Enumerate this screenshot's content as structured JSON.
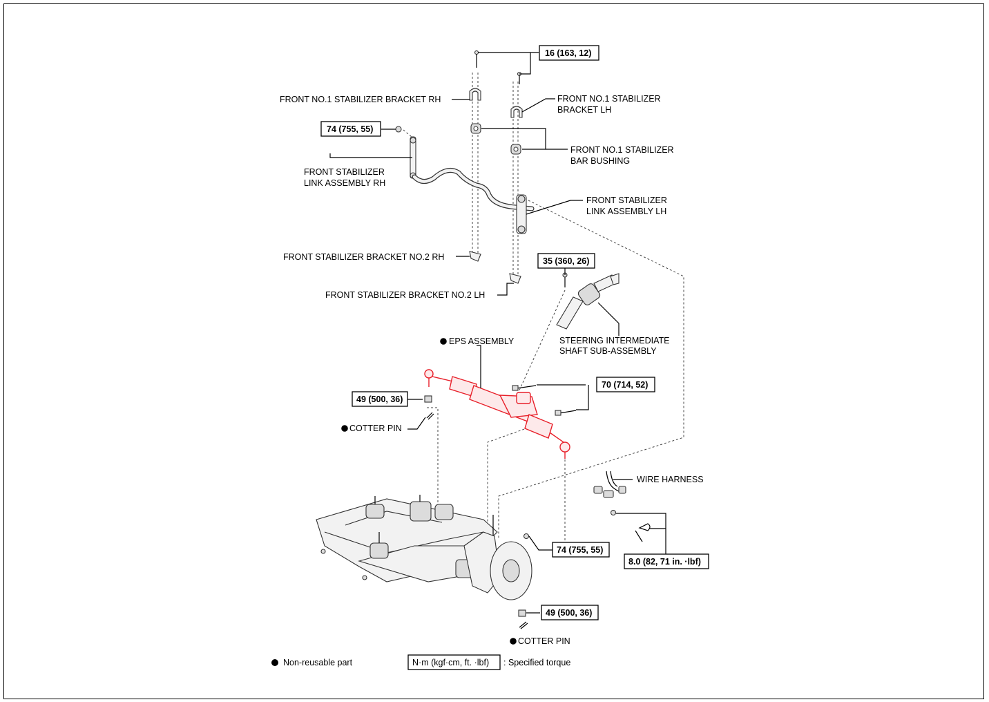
{
  "labels": {
    "bracket_no1_rh": "FRONT NO.1 STABILIZER BRACKET RH",
    "bracket_no1_lh_1": "FRONT NO.1 STABILIZER",
    "bracket_no1_lh_2": "BRACKET LH",
    "bushing_1": "FRONT NO.1 STABILIZER",
    "bushing_2": "BAR BUSHING",
    "link_rh_1": "FRONT STABILIZER",
    "link_rh_2": "LINK ASSEMBLY RH",
    "link_lh_1": "FRONT STABILIZER",
    "link_lh_2": "LINK ASSEMBLY LH",
    "bracket_no2_rh": "FRONT STABILIZER BRACKET NO.2 RH",
    "bracket_no2_lh": "FRONT STABILIZER BRACKET NO.2 LH",
    "eps_assembly": "EPS ASSEMBLY",
    "steering_shaft_1": "STEERING INTERMEDIATE",
    "steering_shaft_2": "SHAFT SUB-ASSEMBLY",
    "cotter_pin_left": "COTTER PIN",
    "cotter_pin_bottom": "COTTER PIN",
    "wire_harness": "WIRE HARNESS"
  },
  "torques": {
    "t16": "16 (163, 12)",
    "t74_top": "74 (755, 55)",
    "t35": "35 (360, 26)",
    "t70": "70 (714, 52)",
    "t49_left": "49 (500, 36)",
    "t74_bottom": "74 (755, 55)",
    "t8": "8.0 (82, 71 in. ·lbf)",
    "t49_bottom": "49 (500, 36)"
  },
  "legend": {
    "non_reusable": "Non-reusable part",
    "torque_unit": "N·m (kgf·cm, ft. ·lbf)",
    "specified_torque": ": Specified torque"
  },
  "colors": {
    "highlight": "#e8202a"
  },
  "icons": {
    "non_reusable_marker": "filled-circle"
  }
}
